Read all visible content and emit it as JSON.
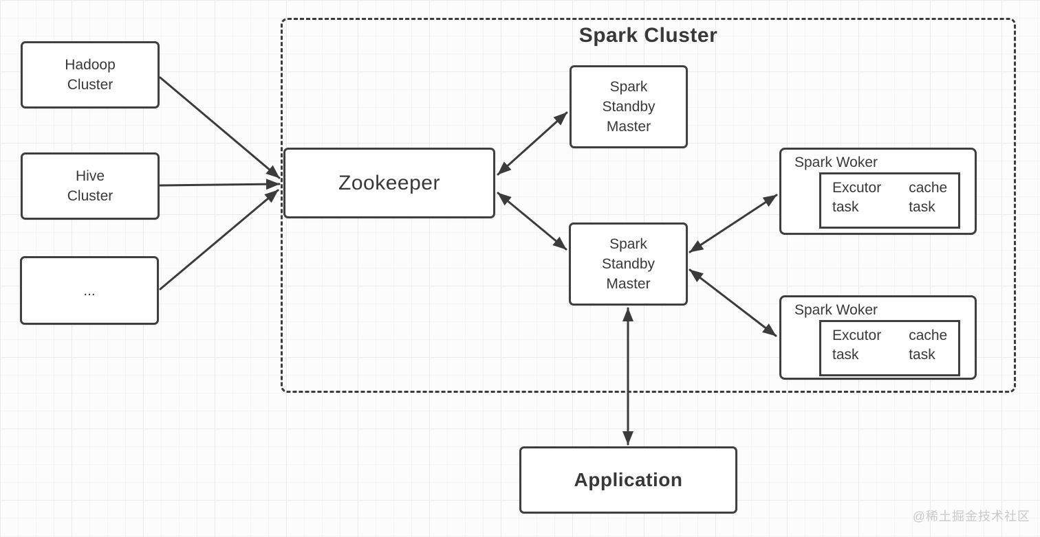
{
  "diagram": {
    "cluster_title": "Spark Cluster",
    "watermark": "@稀土掘金技术社区",
    "nodes": {
      "hadoop": {
        "line1": "Hadoop",
        "line2": "Cluster"
      },
      "hive": {
        "line1": "Hive",
        "line2": "Cluster"
      },
      "more": {
        "label": "..."
      },
      "zookeeper": {
        "label": "Zookeeper"
      },
      "master1": {
        "line1": "Spark",
        "line2": "Standby",
        "line3": "Master"
      },
      "master2": {
        "line1": "Spark",
        "line2": "Standby",
        "line3": "Master"
      },
      "worker1": {
        "title": "Spark Woker",
        "executor_line1": "Excutor",
        "executor_line2": "task",
        "cache_line1": "cache",
        "cache_line2": "task"
      },
      "worker2": {
        "title": "Spark Woker",
        "executor_line1": "Excutor",
        "executor_line2": "task",
        "cache_line1": "cache",
        "cache_line2": "task"
      },
      "application": {
        "label": "Application"
      }
    },
    "colors": {
      "line": "#3b3b3b",
      "box_border": "#3f3f3f",
      "text": "#383838",
      "watermark": "#c9c9c9",
      "background": "#fcfcfc"
    }
  }
}
